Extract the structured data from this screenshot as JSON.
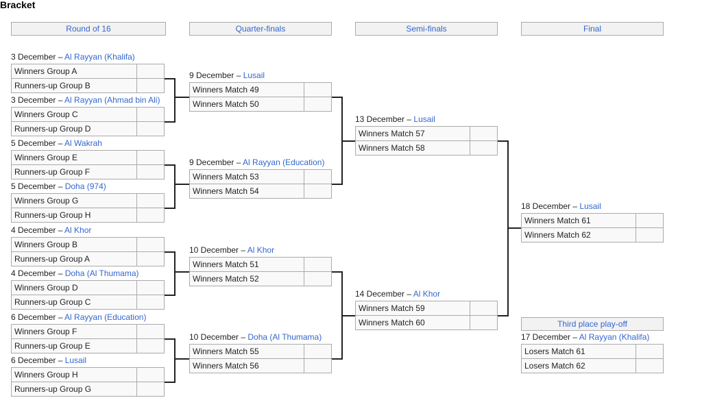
{
  "title": "Bracket",
  "rounds": [
    "Round of 16",
    "Quarter-finals",
    "Semi-finals",
    "Final"
  ],
  "third_place_heading": "Third place play-off",
  "r16": [
    {
      "date": "3 December – ",
      "venue": "Al Rayyan (Khalifa)",
      "teams": [
        "Winners Group A",
        "Runners-up Group B"
      ]
    },
    {
      "date": "3 December – ",
      "venue": "Al Rayyan (Ahmad bin Ali)",
      "teams": [
        "Winners Group C",
        "Runners-up Group D"
      ]
    },
    {
      "date": "5 December – ",
      "venue": "Al Wakrah",
      "teams": [
        "Winners Group E",
        "Runners-up Group F"
      ]
    },
    {
      "date": "5 December – ",
      "venue": "Doha (974)",
      "teams": [
        "Winners Group G",
        "Runners-up Group H"
      ]
    },
    {
      "date": "4 December – ",
      "venue": "Al Khor",
      "teams": [
        "Winners Group B",
        "Runners-up Group A"
      ]
    },
    {
      "date": "4 December – ",
      "venue": "Doha (Al Thumama)",
      "teams": [
        "Winners Group D",
        "Runners-up Group C"
      ]
    },
    {
      "date": "6 December – ",
      "venue": "Al Rayyan (Education)",
      "teams": [
        "Winners Group F",
        "Runners-up Group E"
      ]
    },
    {
      "date": "6 December – ",
      "venue": "Lusail",
      "teams": [
        "Winners Group H",
        "Runners-up Group G"
      ]
    }
  ],
  "qf": [
    {
      "date": "9 December – ",
      "venue": "Lusail",
      "teams": [
        "Winners Match 49",
        "Winners Match 50"
      ]
    },
    {
      "date": "9 December – ",
      "venue": "Al Rayyan (Education)",
      "teams": [
        "Winners Match 53",
        "Winners Match 54"
      ]
    },
    {
      "date": "10 December – ",
      "venue": "Al Khor",
      "teams": [
        "Winners Match 51",
        "Winners Match 52"
      ]
    },
    {
      "date": "10 December – ",
      "venue": "Doha (Al Thumama)",
      "teams": [
        "Winners Match 55",
        "Winners Match 56"
      ]
    }
  ],
  "sf": [
    {
      "date": "13 December – ",
      "venue": "Lusail",
      "teams": [
        "Winners Match 57",
        "Winners Match 58"
      ]
    },
    {
      "date": "14 December – ",
      "venue": "Al Khor",
      "teams": [
        "Winners Match 59",
        "Winners Match 60"
      ]
    }
  ],
  "final": [
    {
      "date": "18 December – ",
      "venue": "Lusail",
      "teams": [
        "Winners Match 61",
        "Winners Match 62"
      ]
    }
  ],
  "third": [
    {
      "date": "17 December – ",
      "venue": "Al Rayyan (Khalifa)",
      "teams": [
        "Losers Match 61",
        "Losers Match 62"
      ]
    }
  ]
}
